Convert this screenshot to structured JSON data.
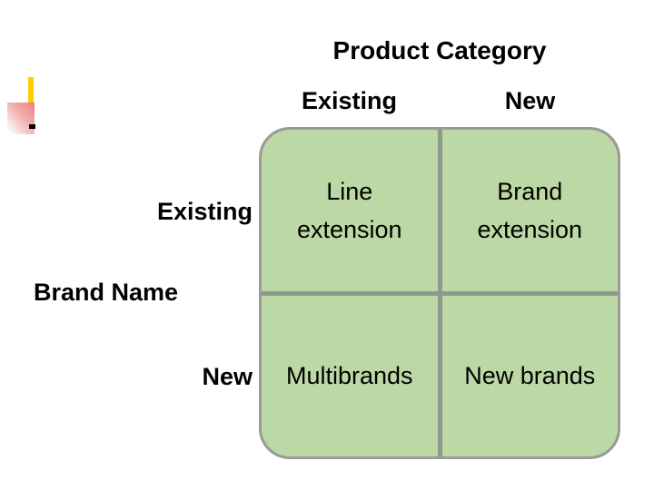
{
  "slide": {
    "title": "Product Category",
    "left_axis_label": "Brand Name",
    "columns": [
      {
        "label": "Existing"
      },
      {
        "label": "New"
      }
    ],
    "rows": [
      {
        "label": "Existing"
      },
      {
        "label": "New"
      }
    ],
    "cells": [
      "Line\nextension",
      "Brand\nextension",
      "Multibrands",
      "New brands"
    ],
    "colors": {
      "cell_fill": "#bcd9a5",
      "grid_line": "#8f9a8f",
      "matrix_border": "#9a9a9a",
      "accent_yellow": "#ffcc00",
      "accent_pink": "#ea8184",
      "text": "#000000",
      "background": "#ffffff"
    }
  }
}
